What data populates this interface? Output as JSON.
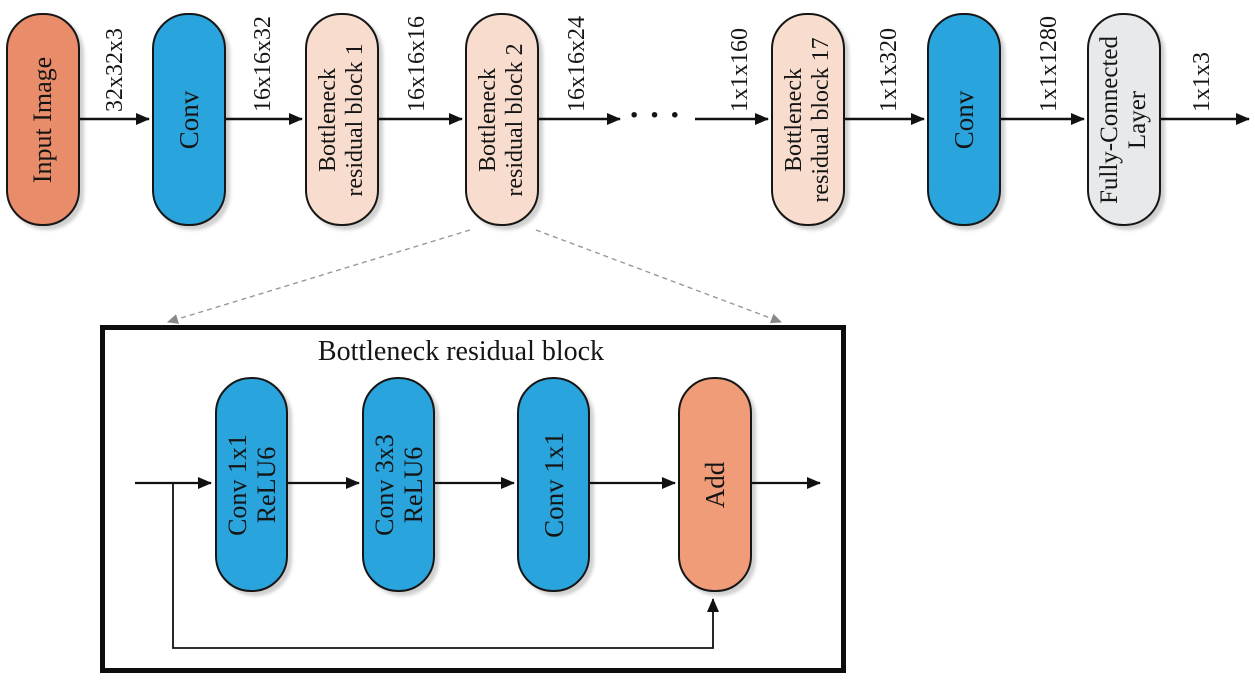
{
  "diagram": {
    "title": "Bottleneck residual block",
    "colors": {
      "input_block": "#E98C69",
      "conv_block": "#29A4DC",
      "bottleneck_block": "#F8DDCF",
      "fc_block": "#E8E9EA",
      "add_block": "#F09C78",
      "arrow": "#111111",
      "dashed_line": "#999999",
      "border": "#161616"
    },
    "pipeline": {
      "blocks": [
        {
          "label": "Input Image",
          "type": "input"
        },
        {
          "label": "Conv",
          "type": "conv"
        },
        {
          "label": "Bottleneck\nresidual block 1",
          "type": "bottleneck"
        },
        {
          "label": "Bottleneck\nresidual block 2",
          "type": "bottleneck"
        },
        {
          "label": "Bottleneck\nresidual block 17",
          "type": "bottleneck"
        },
        {
          "label": "Conv",
          "type": "conv"
        },
        {
          "label": "Fully-Connected\nLayer",
          "type": "fully-connected"
        }
      ],
      "edge_labels": [
        "32x32x3",
        "16x16x32",
        "16x16x16",
        "16x16x24",
        "1x1x160",
        "1x1x320",
        "1x1x1280",
        "1x1x3"
      ],
      "ellipsis": "···"
    },
    "detail": {
      "title": "Bottleneck residual block",
      "blocks": [
        {
          "label": "Conv 1x1\nReLU6",
          "type": "conv"
        },
        {
          "label": "Conv 3x3\nReLU6",
          "type": "conv"
        },
        {
          "label": "Conv 1x1",
          "type": "conv"
        },
        {
          "label": "Add",
          "type": "add"
        }
      ]
    }
  }
}
